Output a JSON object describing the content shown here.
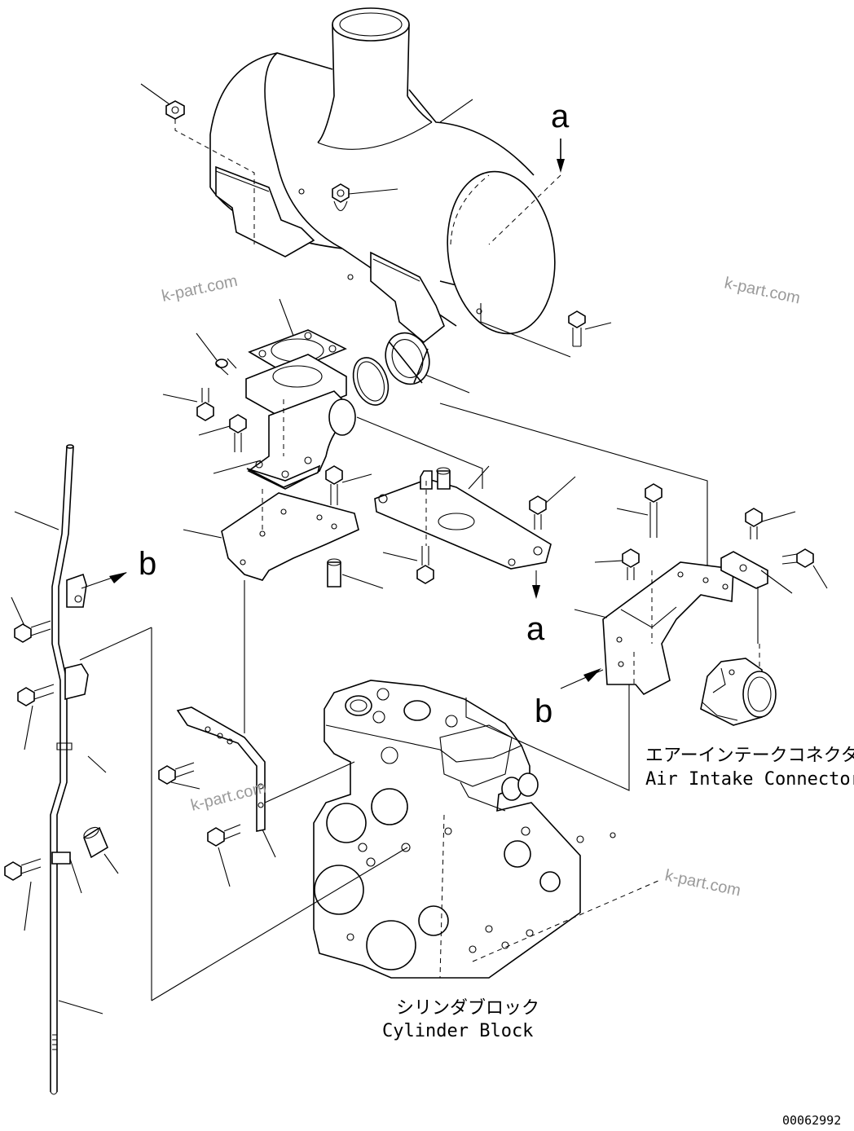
{
  "watermarks": [
    "k-part.com",
    "k-part.com",
    "k-part.com",
    "k-part.com"
  ],
  "view_markers": {
    "a_top": "a",
    "a_bottom": "a",
    "b_left": "b",
    "b_right": "b"
  },
  "labels": {
    "air_intake_jp": "エアーインテークコネクタ",
    "air_intake_en": "Air Intake Connector",
    "cylinder_block_jp": "シリンダブロック",
    "cylinder_block_en": "Cylinder Block"
  },
  "drawing_number": "00062992"
}
